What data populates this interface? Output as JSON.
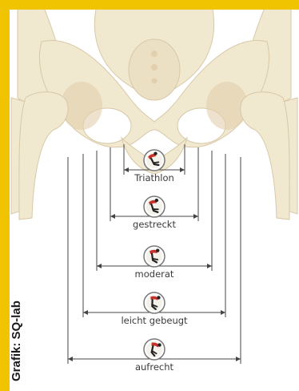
{
  "credit": "Grafik: SQ-lab",
  "positions": [
    {
      "label": "Triathlon"
    },
    {
      "label": "gestreckt"
    },
    {
      "label": "moderat"
    },
    {
      "label": "leicht gebeugt"
    },
    {
      "label": "aufrecht"
    }
  ],
  "colors": {
    "frame": "#f0c400",
    "bone": "#f1e8d0",
    "bone_shade": "#e2cfae",
    "line": "#444444",
    "icon_red": "#c8302a"
  },
  "icons": [
    "cyclist-icon"
  ]
}
